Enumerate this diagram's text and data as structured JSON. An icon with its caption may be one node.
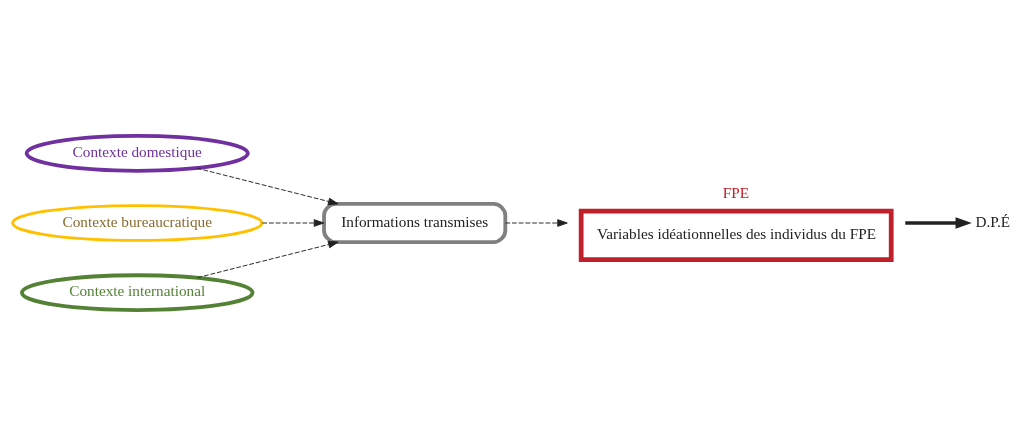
{
  "diagram": {
    "nodes": [
      {
        "text": [
          "Contexte domestique"
        ]
      },
      {
        "text": [
          "Contexte bureaucratique"
        ]
      },
      {
        "text": [
          "Contexte international"
        ]
      },
      {
        "text": [
          "Informations transmises"
        ]
      },
      {
        "text": [
          "FPE",
          "Variables idéationnelles des individus du FPE"
        ]
      },
      {
        "text": [
          "D.P.É"
        ]
      }
    ],
    "edges": [
      {
        "from": 0,
        "to": 3,
        "arrow": "to",
        "style": "dashed"
      },
      {
        "from": 1,
        "to": 3,
        "arrow": "to",
        "style": "dashed"
      },
      {
        "from": 2,
        "to": 3,
        "arrow": "to",
        "style": "dashed"
      },
      {
        "from": 3,
        "to": 4,
        "arrow": "to",
        "style": "dashed"
      },
      {
        "from": 4,
        "to": 5,
        "arrow": "to",
        "style": "thick"
      }
    ]
  }
}
